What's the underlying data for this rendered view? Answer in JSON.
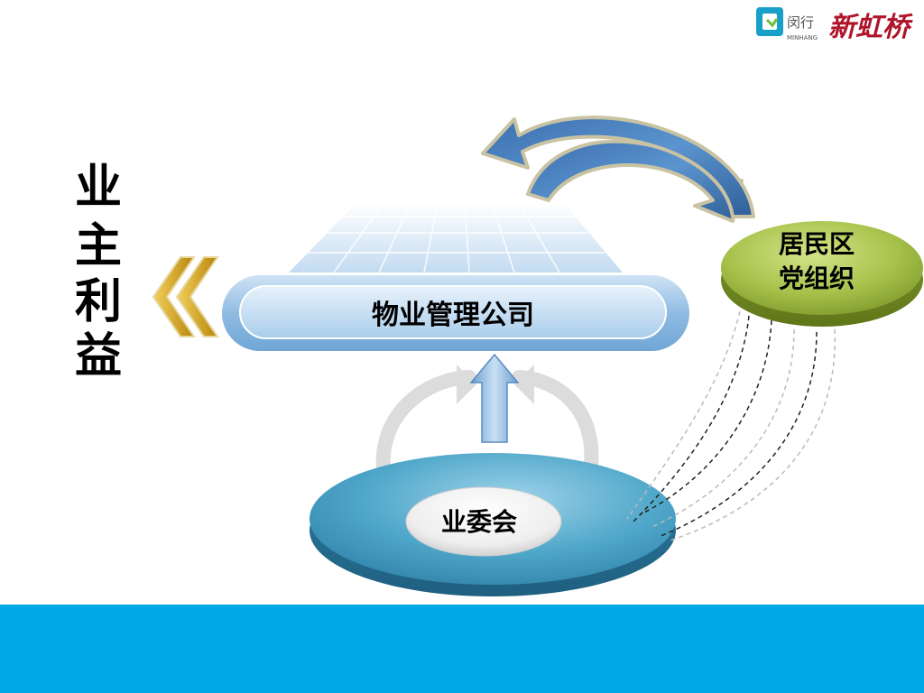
{
  "header": {
    "logo_cn": "闵行",
    "logo_en": "MINHANG",
    "calligraphy": "新虹桥"
  },
  "side_label": {
    "chars": [
      "业",
      "主",
      "利",
      "益"
    ]
  },
  "nodes": {
    "property_company": "物业管理公司",
    "owners_committee": "业委会",
    "party_org_line1": "居民区",
    "party_org_line2": "党组织"
  },
  "colors": {
    "footer_band": "#00a9e6",
    "arrow_blue": "#4f86c3",
    "green_node": "#a6c24a",
    "teal_ellipse": "#3f9cc1",
    "gold_chevron": "#d4a21c"
  }
}
